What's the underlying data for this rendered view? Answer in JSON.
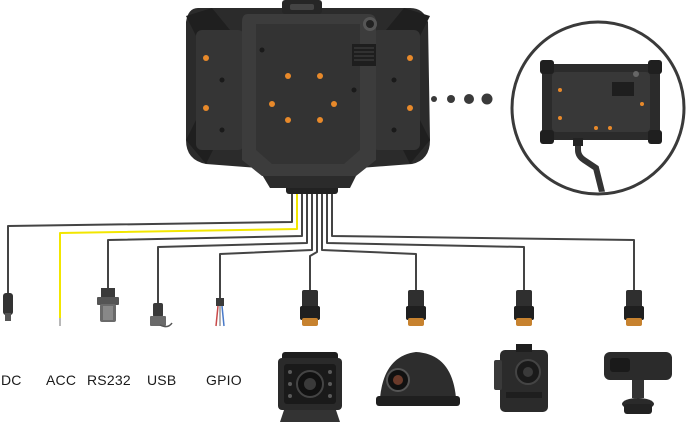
{
  "labels": {
    "dc": "DC",
    "acc": "ACC",
    "rs232": "RS232",
    "usb": "USB",
    "gpio": "GPIO"
  },
  "colors": {
    "device_body": "#2b2b2b",
    "device_plate": "#3a3a3a",
    "screw_orange": "#e8892a",
    "cable_gray": "#444444",
    "cable_yellow": "#f2e600",
    "inset_ring": "#3a3a3a"
  },
  "icons": {
    "device": "rugged-tablet-back",
    "inset": "tablet-with-cable-zoom",
    "dots": "ellipsis-dots",
    "cam1": "backup-camera",
    "cam2": "dome-side-camera",
    "cam3": "box-camera",
    "cam4": "dashboard-camera"
  }
}
